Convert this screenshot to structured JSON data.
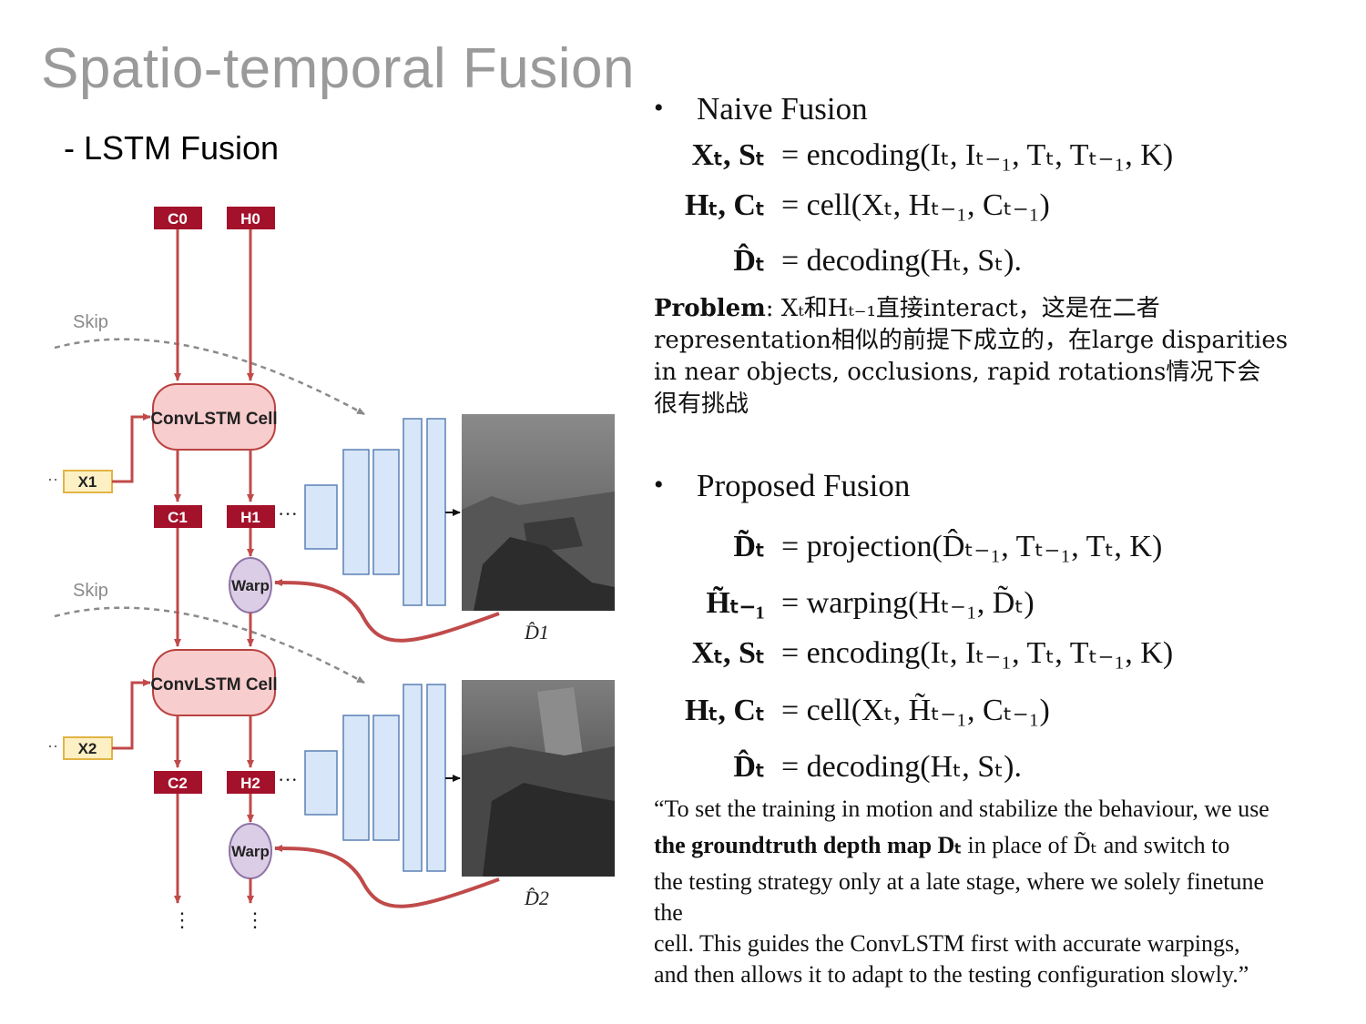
{
  "slide": {
    "title": "Spatio-temporal Fusion",
    "subtitle": "- LSTM Fusion"
  },
  "diagram": {
    "state_labels": [
      "C0",
      "H0",
      "C1",
      "H1",
      "C2",
      "H2"
    ],
    "input_labels": [
      "X1",
      "X2"
    ],
    "cell_label": "ConvLSTM Cell",
    "warp_label": "Warp",
    "skip_label": "Skip",
    "ellipsis": "···",
    "vertical_ellipsis": "⋮",
    "output_labels": [
      "D̂1",
      "D̂2"
    ],
    "colors": {
      "state_box": "#a3112a",
      "cell_fill": "#f8cdcd",
      "cell_stroke": "#b94242",
      "arrow": "#c04a4a",
      "warp_fill": "#dccde6",
      "warp_stroke": "#8e74a7",
      "input_fill": "#fdf0c4",
      "input_stroke": "#e2b445",
      "decoder_fill": "#d7e6f8",
      "decoder_stroke": "#5c80b5",
      "skip": "#8a8a8a"
    }
  },
  "naive": {
    "heading": "Naive Fusion",
    "equations": [
      {
        "lhs": "Xₜ, Sₜ",
        "rhs": "= encoding(Iₜ, Iₜ₋₁, Tₜ, Tₜ₋₁, K)"
      },
      {
        "lhs": "Hₜ, Cₜ",
        "rhs": "= cell(Xₜ, Hₜ₋₁, Cₜ₋₁)"
      },
      {
        "lhs": "D̂ₜ",
        "rhs": "= decoding(Hₜ, Sₜ)."
      }
    ]
  },
  "problem": {
    "label": "Problem",
    "line1": ": Xₜ和Hₜ₋₁直接interact，这是在二者",
    "line2": "representation相似的前提下成立的，在large disparities",
    "line3": " in near objects, occlusions, rapid rotations情况下会",
    "line4": "很有挑战"
  },
  "proposed": {
    "heading": "Proposed Fusion",
    "equations": [
      {
        "lhs": "D̃ₜ",
        "rhs": "= projection(D̂ₜ₋₁, Tₜ₋₁, Tₜ, K)"
      },
      {
        "lhs": "H̃ₜ₋₁",
        "rhs": "= warping(Hₜ₋₁, D̃ₜ)"
      },
      {
        "lhs": "Xₜ, Sₜ",
        "rhs": "= encoding(Iₜ, Iₜ₋₁, Tₜ, Tₜ₋₁, K)"
      },
      {
        "lhs": "Hₜ, Cₜ",
        "rhs": "= cell(Xₜ, H̃ₜ₋₁, Cₜ₋₁)"
      },
      {
        "lhs": "D̂ₜ",
        "rhs": "= decoding(Hₜ, Sₜ)."
      }
    ]
  },
  "quote": {
    "line1": "“To set the training in motion and stabilize the behaviour, we use",
    "line2_bold": "the groundtruth depth map Dₜ",
    "line2_rest": " in place of D̃ₜ  and switch to",
    "line3": " the testing strategy only at a late stage, where we solely finetune",
    "line4": " the",
    "line5": "cell. This guides the ConvLSTM first with accurate warpings,",
    "line6": "and then allows it to adapt to the testing configuration slowly.”"
  }
}
